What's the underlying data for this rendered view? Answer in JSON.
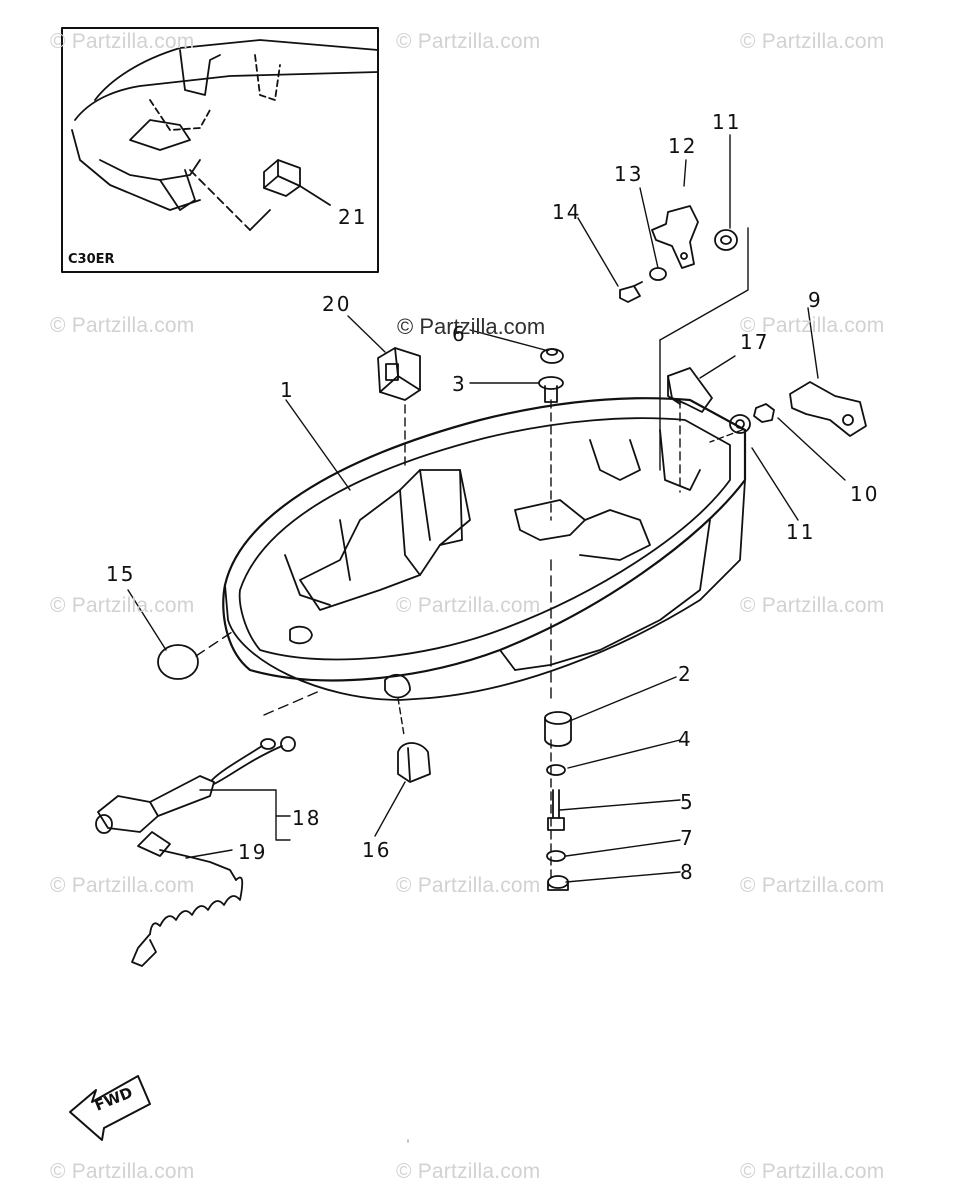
{
  "watermark": {
    "text": "© Partzilla.com",
    "featured_text": "© Partzilla.com"
  },
  "inset": {
    "label": "C30ER",
    "callout": "21"
  },
  "callouts": [
    "1",
    "2",
    "3",
    "4",
    "5",
    "6",
    "7",
    "8",
    "9",
    "10",
    "11",
    "11",
    "12",
    "13",
    "14",
    "15",
    "16",
    "17",
    "18",
    "19",
    "20"
  ],
  "direction_marker": {
    "label": "FWD",
    "icon": "forward-arrow-icon"
  }
}
